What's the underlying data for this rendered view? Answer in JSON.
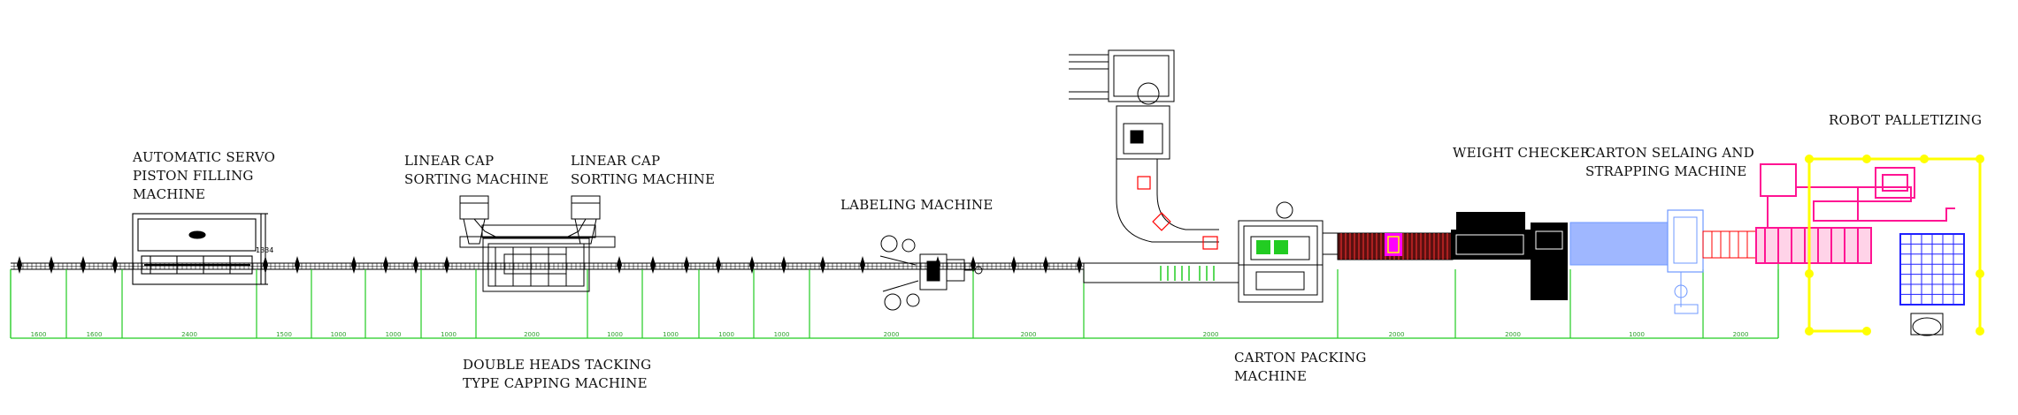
{
  "labels": {
    "filling": [
      "AUTOMATIC SERVO",
      "PISTON FILLING",
      "MACHINE"
    ],
    "cap_sorting_1": [
      "LINEAR CAP",
      "SORTING MACHINE"
    ],
    "cap_sorting_2": [
      "LINEAR CAP",
      "SORTING MACHINE"
    ],
    "capping": [
      "DOUBLE HEADS TACKING",
      "TYPE CAPPING MACHINE"
    ],
    "labeling": [
      "LABELING MACHINE"
    ],
    "carton_packing": [
      "CARTON PACKING",
      "MACHINE"
    ],
    "weight_checker": [
      "WEIGHT CHECKER"
    ],
    "carton_sealing": [
      "CARTON SELAING AND",
      "STRAPPING MACHINE"
    ],
    "robot": [
      "ROBOT PALLETIZING"
    ]
  },
  "filler_height_dim": "1334",
  "dimensions": [
    "1600",
    "1600",
    "2400",
    "1500",
    "1000",
    "1000",
    "1000",
    "2000",
    "1000",
    "1000",
    "1000",
    "1000",
    "2000",
    "2000",
    "2000",
    "2000",
    "2000",
    "1000",
    "2000"
  ],
  "colors": {
    "layout_line": "#000000",
    "dimension": "#22cc22",
    "highlight_red": "#ff0000",
    "weight_checker": "#000000",
    "sealing_machine": "#6f98ff",
    "robot_frame": "#ff1493",
    "robot_arm": "#ffff00",
    "pallet": "#2020ff",
    "product_accent": "#ff00ff"
  }
}
